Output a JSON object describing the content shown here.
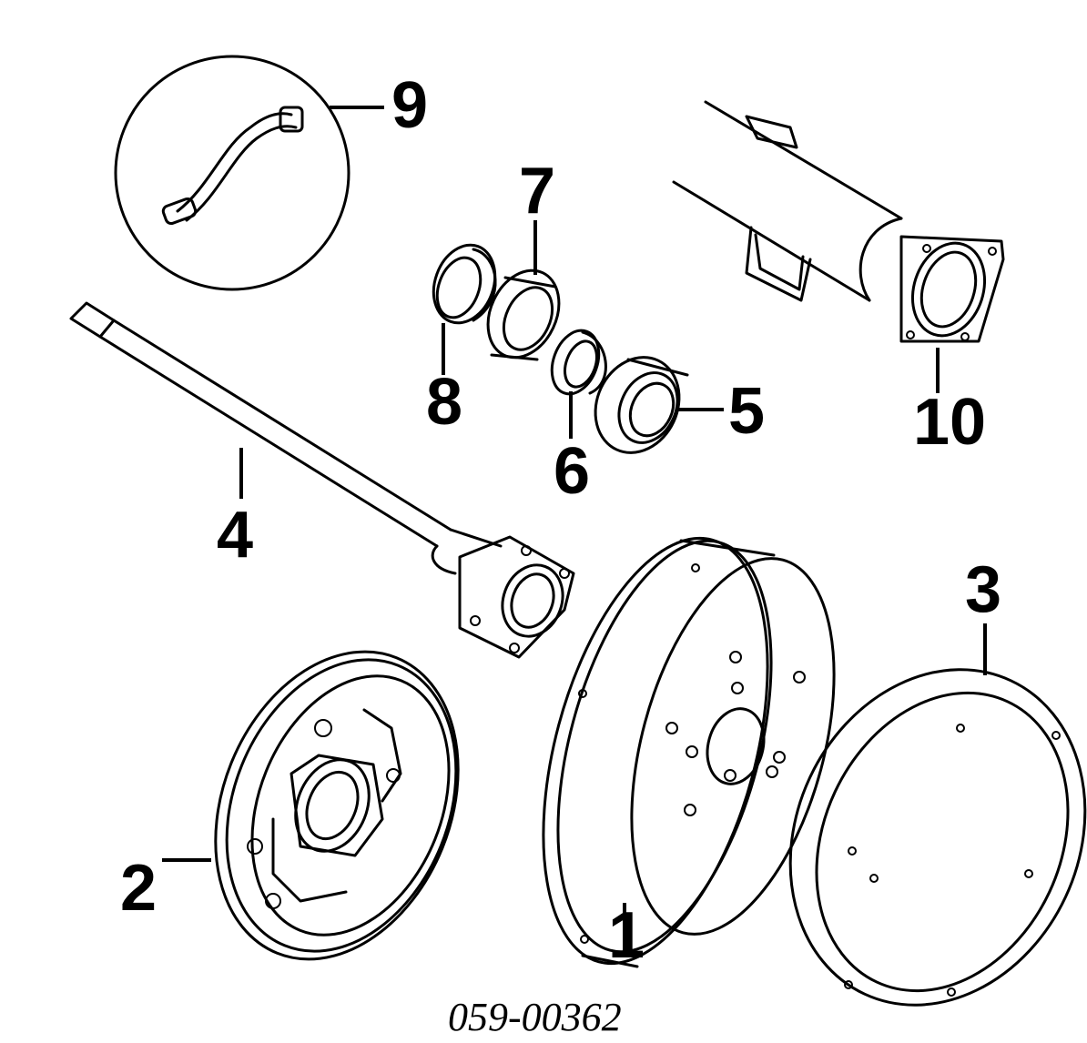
{
  "callouts": {
    "c1": "1",
    "c2": "2",
    "c3": "3",
    "c4": "4",
    "c5": "5",
    "c6": "6",
    "c7": "7",
    "c8": "8",
    "c9": "9",
    "c10": "10"
  },
  "diagram_number": "059-00362"
}
